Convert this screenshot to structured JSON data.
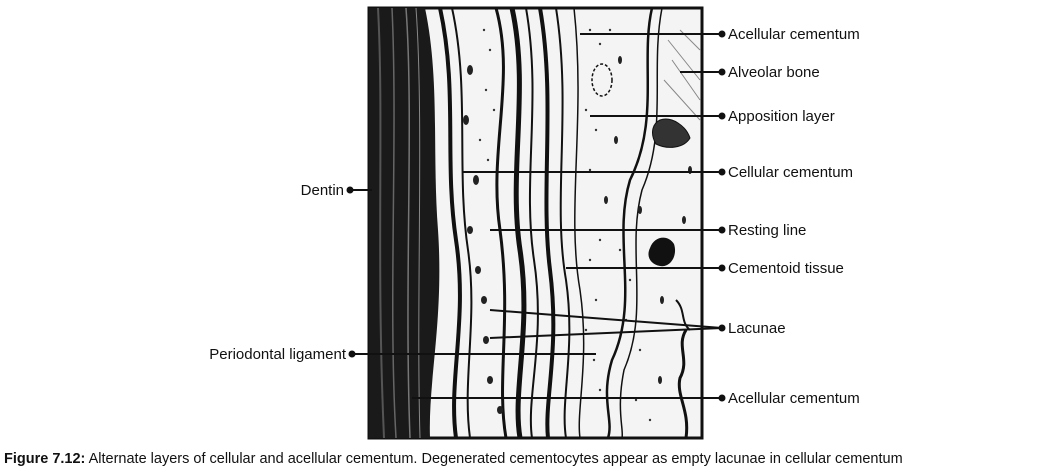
{
  "labels": {
    "acellular_top": "Acellular cementum",
    "alveolar_bone": "Alveolar bone",
    "apposition_layer": "Apposition layer",
    "cellular_cementum": "Cellular cementum",
    "resting_line": "Resting line",
    "cementoid_tissue": "Cementoid tissue",
    "lacunae": "Lacunae",
    "acellular_bottom": "Acellular cementum",
    "dentin": "Dentin",
    "periodontal_ligament": "Periodontal ligament"
  },
  "caption": {
    "figure_number": "Figure 7.12:",
    "text": " Alternate layers of cellular and acellular cementum. Degenerated cementocytes appear  as empty lacunae in cellular cementum"
  }
}
